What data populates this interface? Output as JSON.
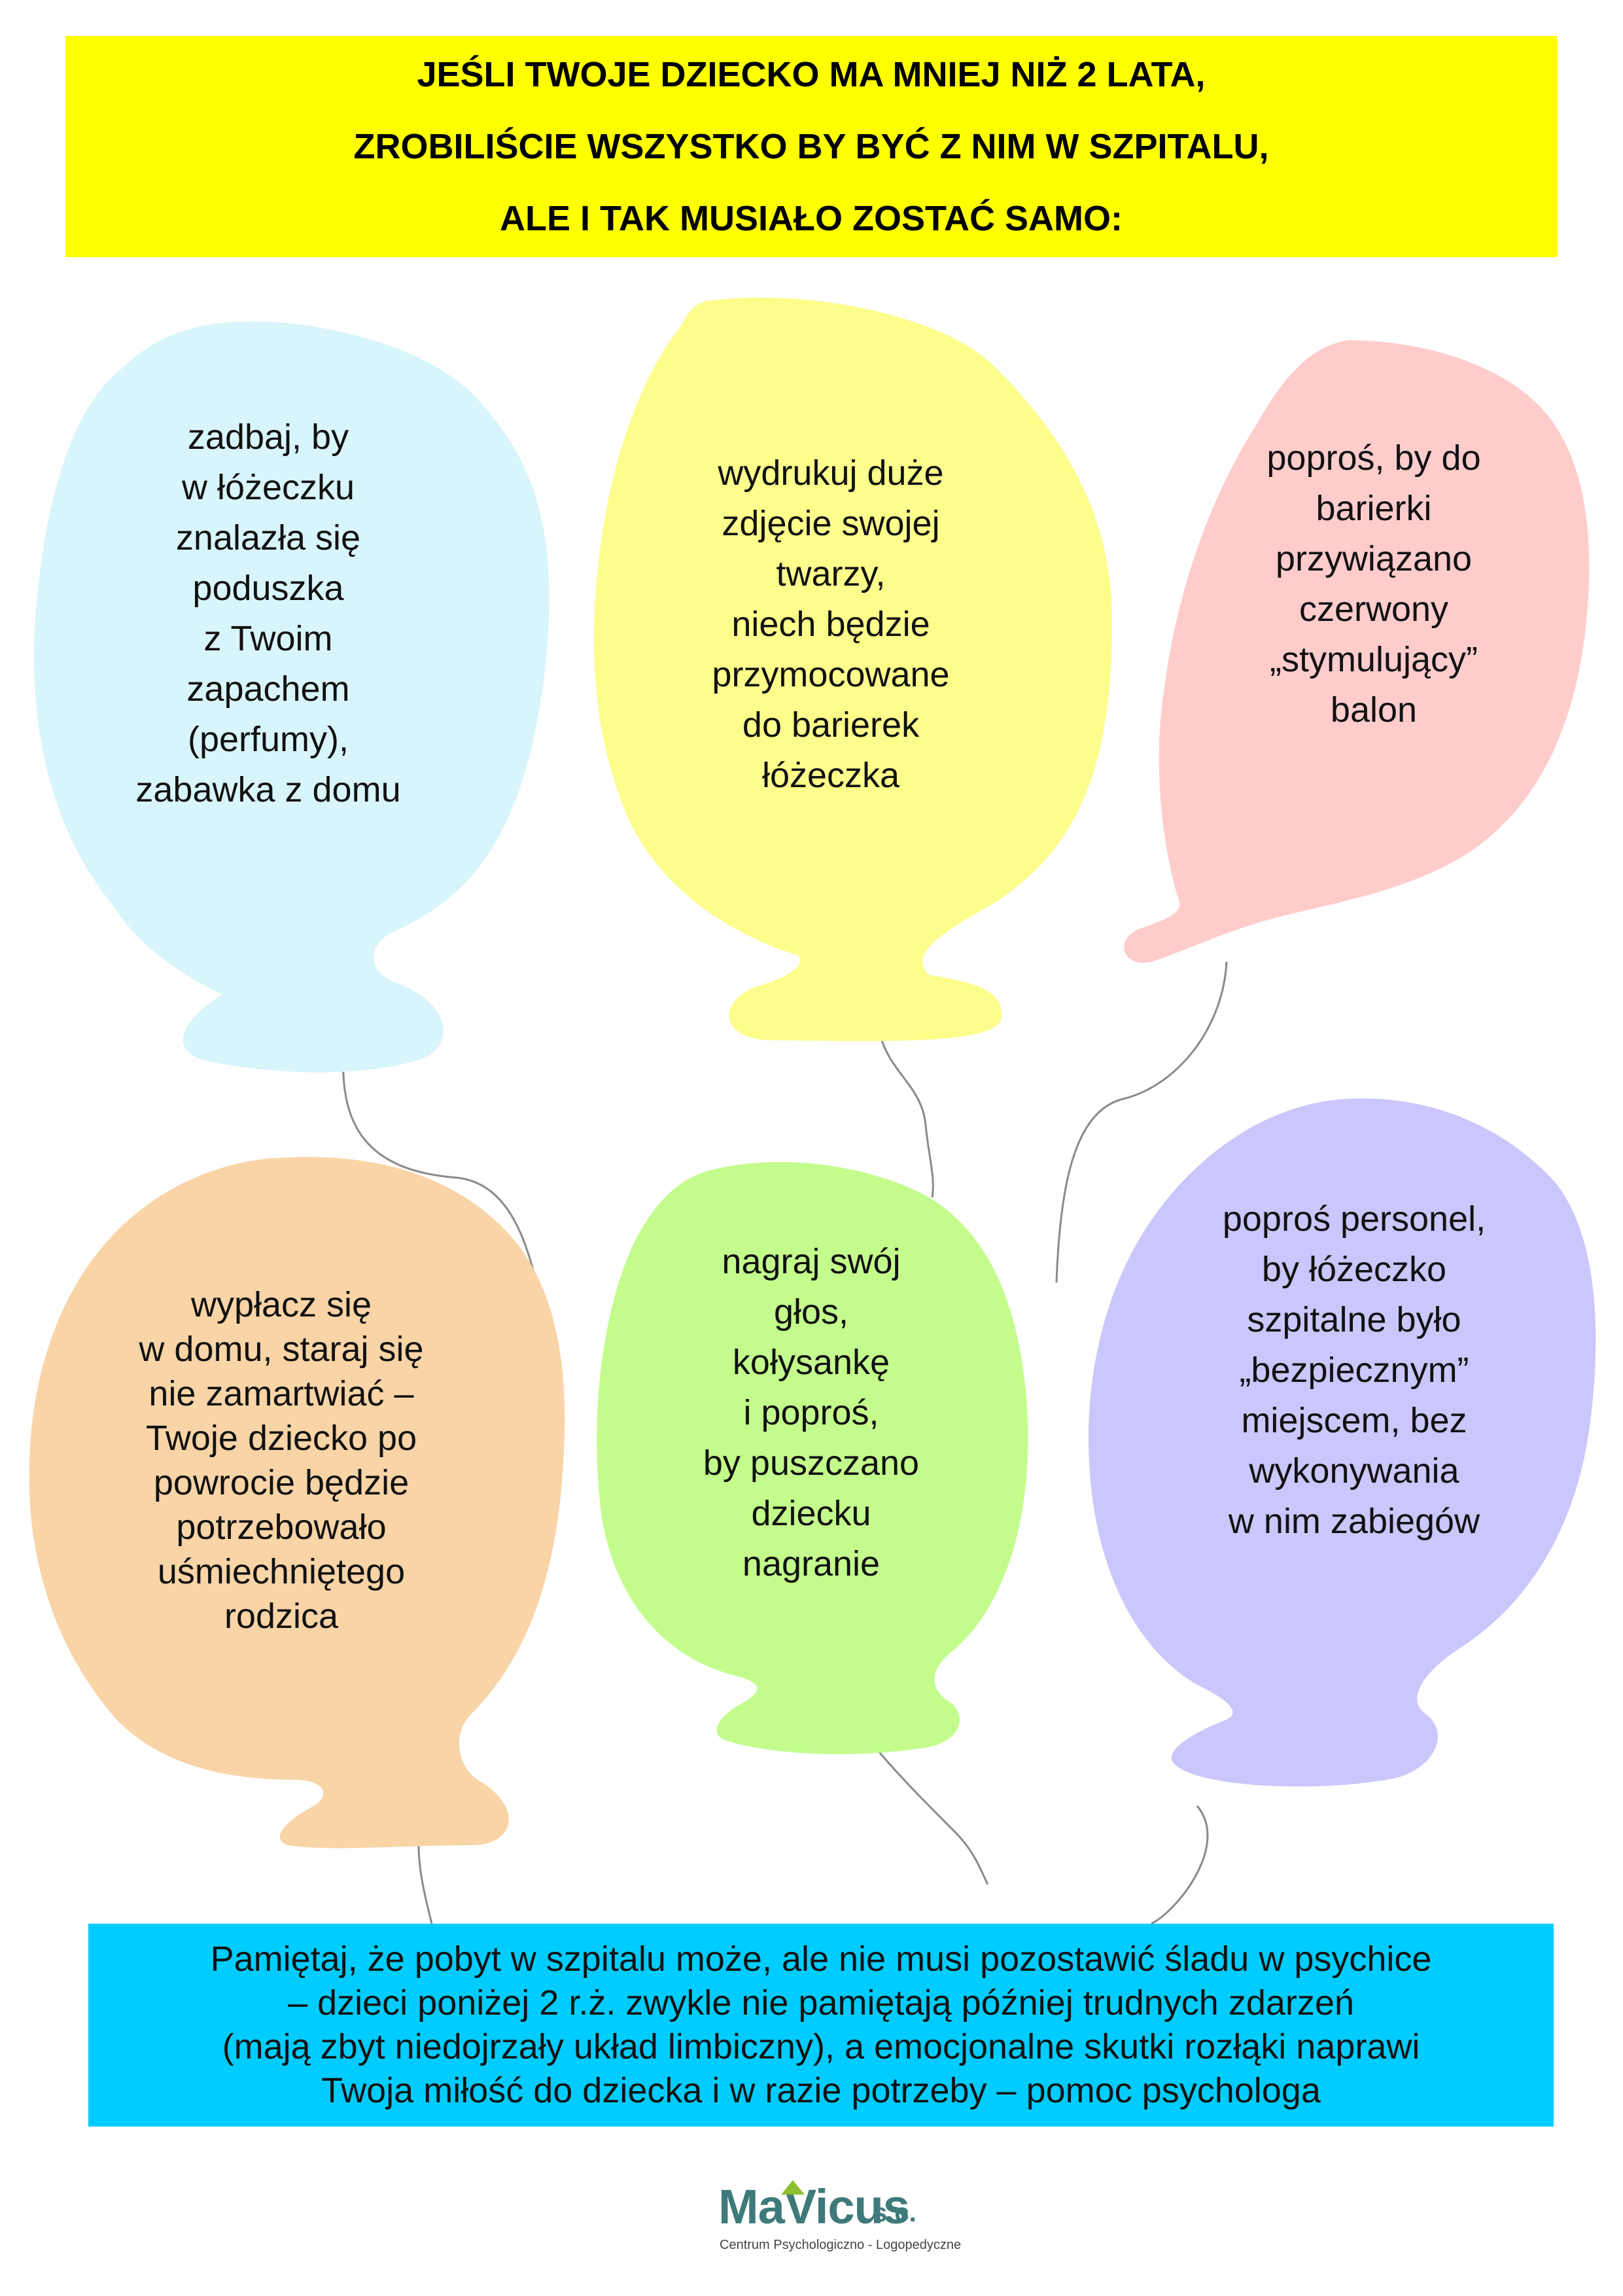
{
  "header": {
    "lines": [
      "JEŚLI TWOJE DZIECKO MA MNIEJ NIŻ 2 LATA,",
      "ZROBILIŚCIE WSZYSTKO BY BYĆ Z NIM W SZPITALU,",
      "ALE I TAK MUSIAŁO ZOSTAĆ SAMO:"
    ],
    "background": "#ffff00"
  },
  "balloons": [
    {
      "color": "#d8f5fb",
      "lines": [
        "zadbaj, by",
        "w łóżeczku",
        "znalazła się",
        "poduszka",
        " z Twoim",
        "zapachem",
        "(perfumy),",
        "zabawka z domu"
      ]
    },
    {
      "color": "#fdfd8c",
      "lines": [
        "wydrukuj duże",
        "zdjęcie swojej",
        "twarzy,",
        " niech będzie",
        "przymocowane",
        "do barierek",
        "łóżeczka"
      ]
    },
    {
      "color": "#ffcccc",
      "lines": [
        "poproś, by do",
        "barierki",
        "przywiązano",
        "czerwony",
        "„stymulujący”",
        "balon"
      ]
    },
    {
      "color": "#f9d4a6",
      "lines": [
        "wypłacz się",
        "w domu, staraj się",
        "nie zamartwiać –",
        "Twoje dziecko po",
        "powrocie będzie",
        "potrzebowało",
        "uśmiechniętego",
        "rodzica"
      ]
    },
    {
      "color": "#c3fc8c",
      "lines": [
        "nagraj swój",
        "głos,",
        "kołysankę",
        " i poproś,",
        "by puszczano",
        "dziecku",
        "nagranie"
      ]
    },
    {
      "color": "#cbc6fb",
      "lines": [
        "poproś personel,",
        "by łóżeczko",
        "szpitalne było",
        "„bezpiecznym”",
        "miejscem, bez",
        "wykonywania",
        "w nim zabiegów"
      ]
    }
  ],
  "footer": {
    "lines": [
      "Pamiętaj, że pobyt w szpitalu może, ale nie musi pozostawić śladu w psychice",
      "–  dzieci poniżej 2 r.ż. zwykle nie pamiętają później trudnych zdarzeń",
      "(mają zbyt niedojrzały układ  limbiczny), a emocjonalne skutki rozłąki naprawi",
      "Twoja miłość do dziecka i w razie potrzeby – pomoc psychologa"
    ],
    "background": "#00ccff"
  },
  "logo": {
    "name_before": "Ma",
    "name_after": "icus",
    "name_v": "V",
    "suffix": "s.c.",
    "subtitle": "Centrum Psychologiczno - Logopedyczne"
  }
}
